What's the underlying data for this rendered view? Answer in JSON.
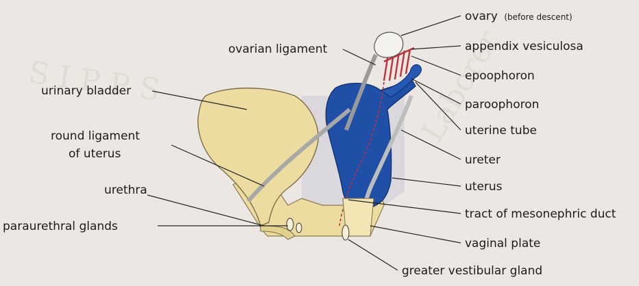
{
  "figure": {
    "labels": {
      "ovary": "ovary",
      "ovary_note": "(before descent)",
      "appendix_vesiculosa": "appendix vesiculosa",
      "epoophoron": "epoophoron",
      "paroophoron": "paroophoron",
      "uterine_tube": "uterine tube",
      "ureter": "ureter",
      "uterus": "uterus",
      "tract_mesonephric": "tract of mesonephric duct",
      "vaginal_plate": "vaginal plate",
      "greater_vestibular_gland": "greater vestibular gland",
      "ovarian_ligament": "ovarian ligament",
      "urinary_bladder": "urinary bladder",
      "round_ligament_1": "round ligament",
      "round_ligament_2": "of uterus",
      "urethra": "urethra",
      "paraurethral_glands": "paraurethral glands"
    },
    "colors": {
      "bladder": "#ecdca0",
      "uterus": "#1f4fa6",
      "epoophoron": "#c0303a",
      "pelvis_shadow": "#d9d6dd",
      "ovary": "#f4f2ee"
    }
  }
}
